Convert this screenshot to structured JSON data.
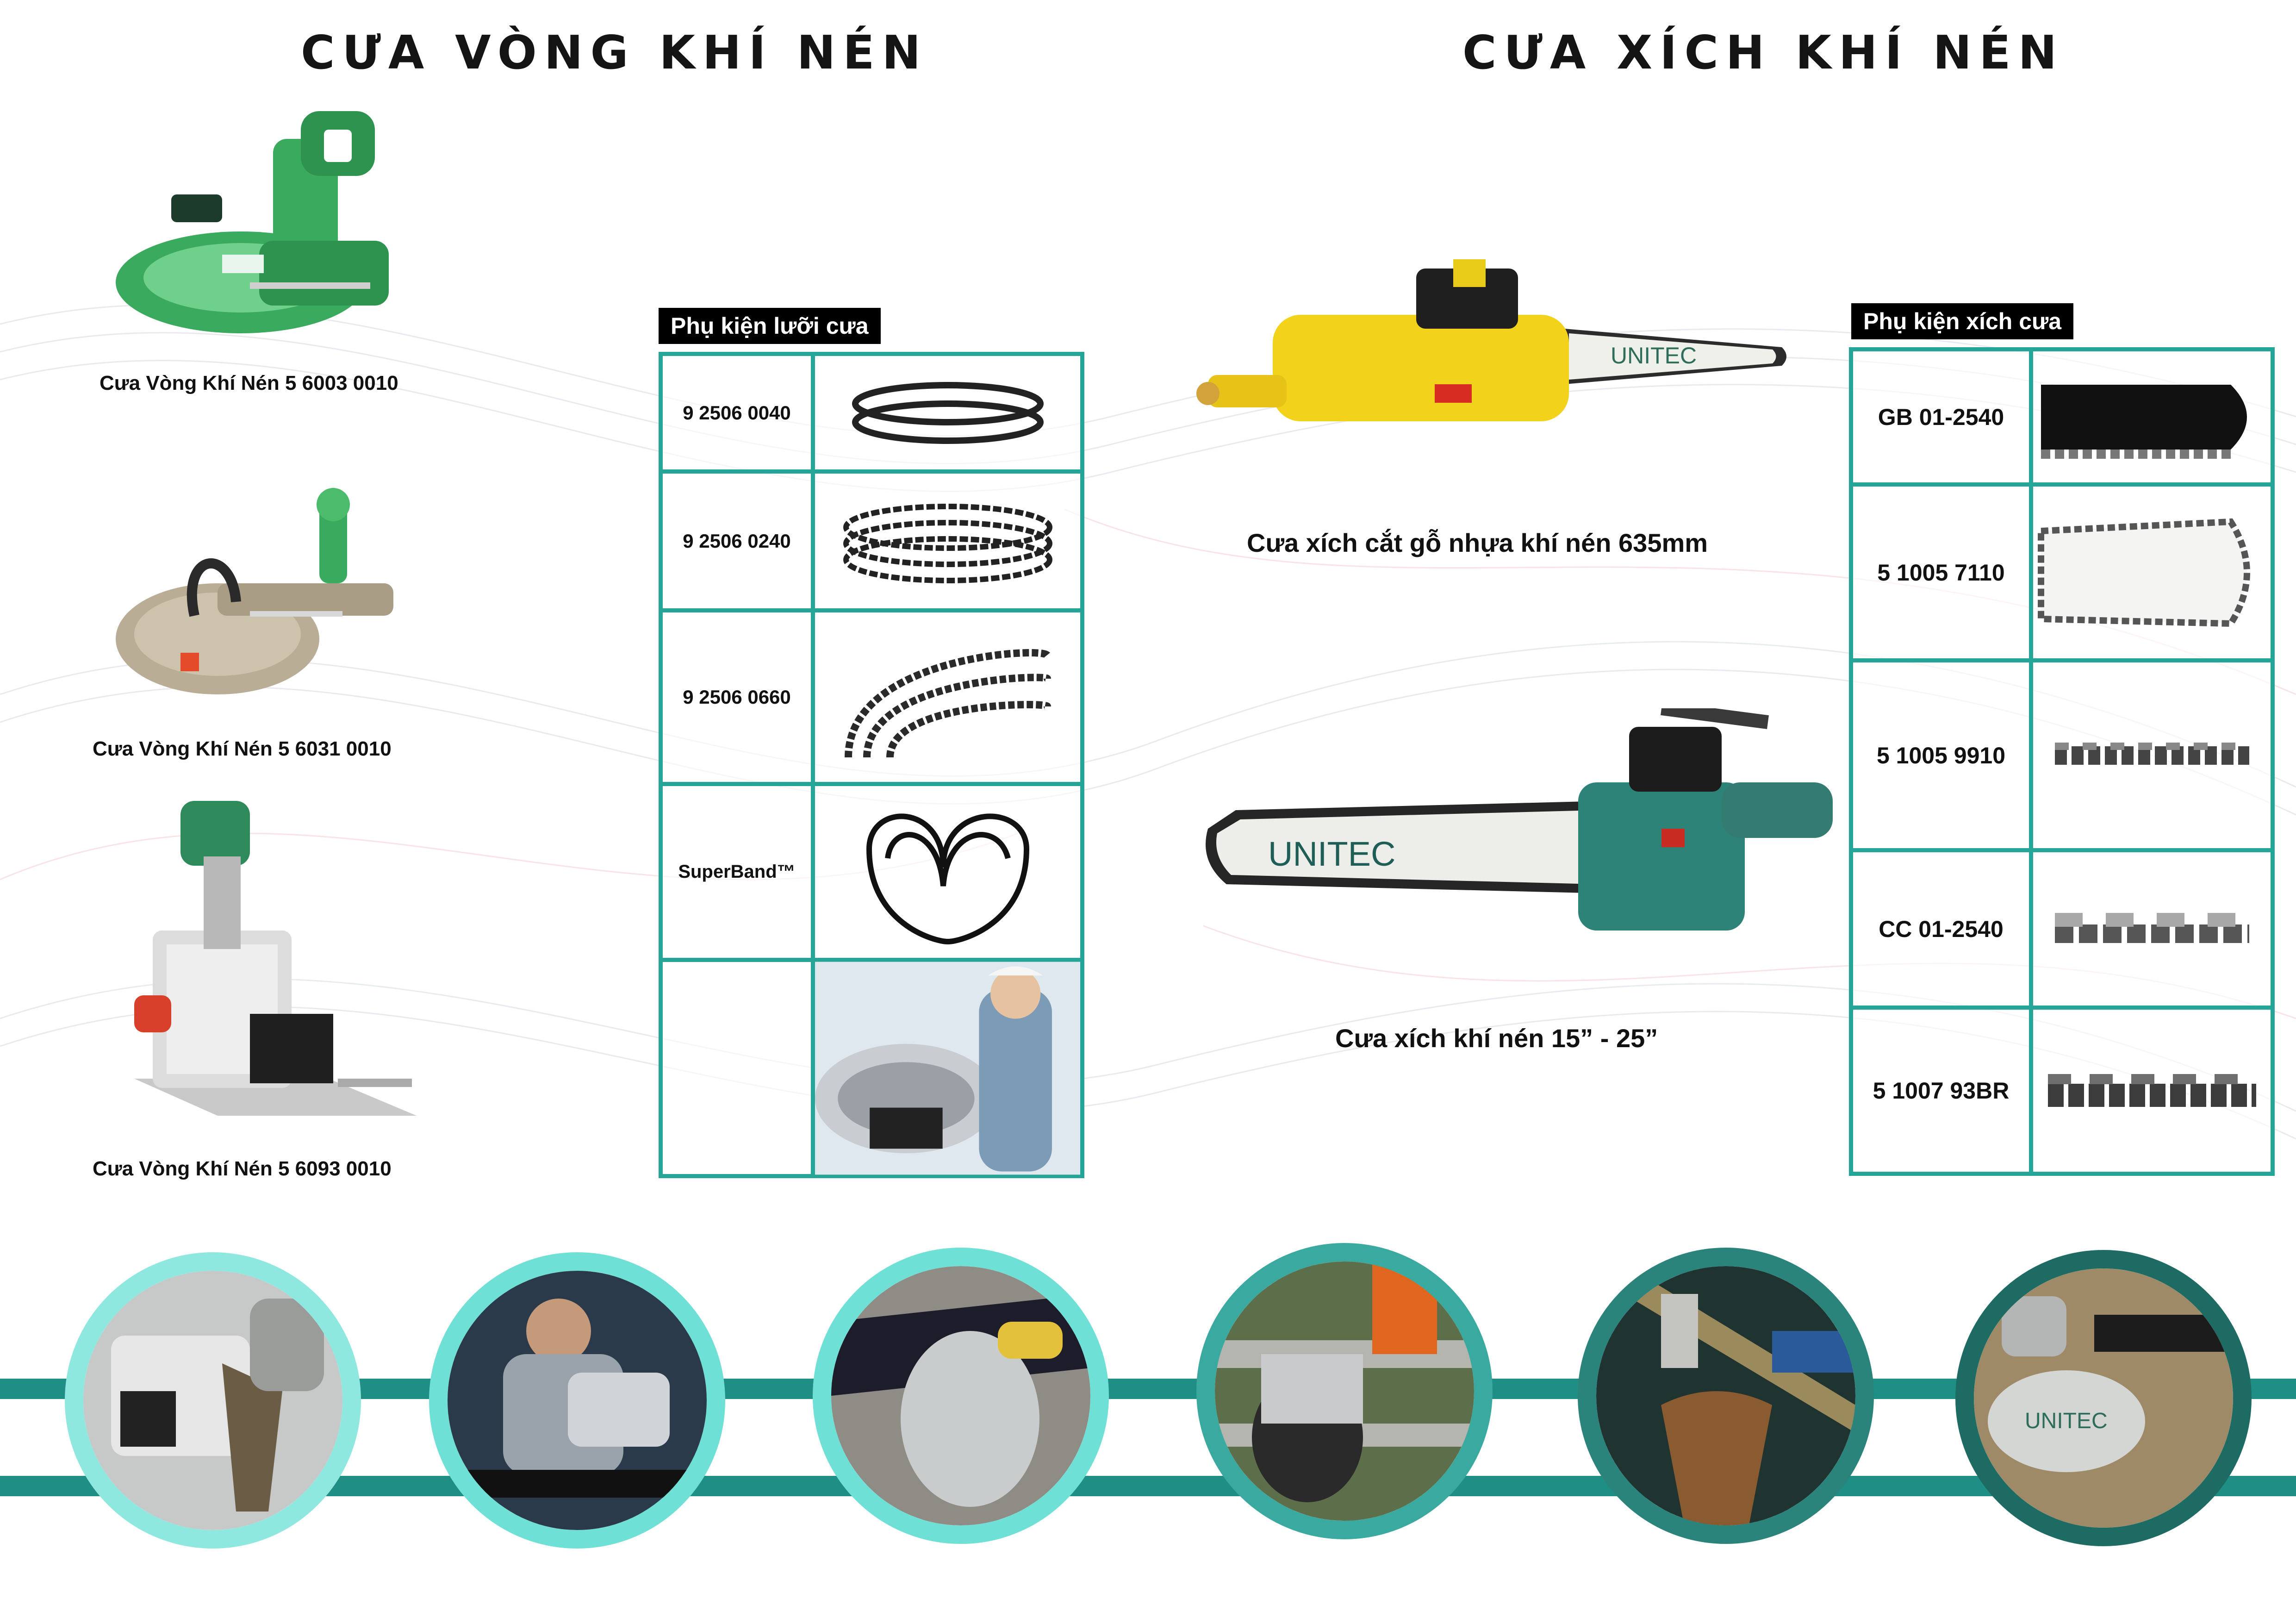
{
  "left_section": {
    "title": "CƯA VÒNG KHÍ NÉN",
    "products": [
      {
        "caption": "Cưa Vòng Khí Nén 5 6003 0010"
      },
      {
        "caption": "Cưa Vòng Khí Nén 5 6031 0010"
      },
      {
        "caption": "Cưa Vòng Khí Nén 5 6093 0010"
      }
    ],
    "accessory_tag": "Phụ kiện lưỡi cưa",
    "accessories": [
      {
        "code": "9 2506 0040",
        "icon": "band-saw-blade-icon"
      },
      {
        "code": "9 2506 0240",
        "icon": "band-saw-blade-icon"
      },
      {
        "code": "9 2506 0660",
        "icon": "band-saw-blade-icon"
      },
      {
        "code": "SuperBand™",
        "icon": "superband-blade-icon"
      },
      {
        "code": "",
        "icon": "worker-photo"
      }
    ]
  },
  "right_section": {
    "title": "CƯA XÍCH KHÍ NÉN",
    "products": [
      {
        "caption": "Cưa xích cắt gỗ nhựa khí nén 635mm",
        "brand": "UNITEC"
      },
      {
        "caption": "Cưa xích khí nén 15” - 25”",
        "brand": "UNITEC"
      }
    ],
    "accessory_tag": "Phụ kiện xích cưa",
    "accessories": [
      {
        "code": "GB 01-2540",
        "icon": "chain-bar-black-icon"
      },
      {
        "code": "5 1005 7110",
        "icon": "chain-bar-white-icon"
      },
      {
        "code": "5 1005 9910",
        "icon": "saw-chain-icon"
      },
      {
        "code": "CC 01-2540",
        "icon": "saw-chain-icon"
      },
      {
        "code": "5 1007 93BR",
        "icon": "saw-chain-icon"
      }
    ]
  },
  "bottom_gallery": {
    "photos": [
      {
        "icon": "band-saw-cutting-rail-photo"
      },
      {
        "icon": "worker-band-saw-photo"
      },
      {
        "icon": "band-saw-cutting-pipe-photo"
      },
      {
        "icon": "band-saw-pipe-cut-photo"
      },
      {
        "icon": "pipe-cutting-photo"
      },
      {
        "icon": "chain-saw-cutting-photo"
      }
    ],
    "colors": {
      "light": "#6ee0d5",
      "mid": "#3aa9a0",
      "dark": "#1e6b64",
      "band": "#1f8f86"
    }
  },
  "colors": {
    "accent": "#24a597",
    "band_saw_green": "#3aaa5e",
    "chain_saw_yellow": "#f2d21a",
    "tool_teal": "#2e8378"
  }
}
